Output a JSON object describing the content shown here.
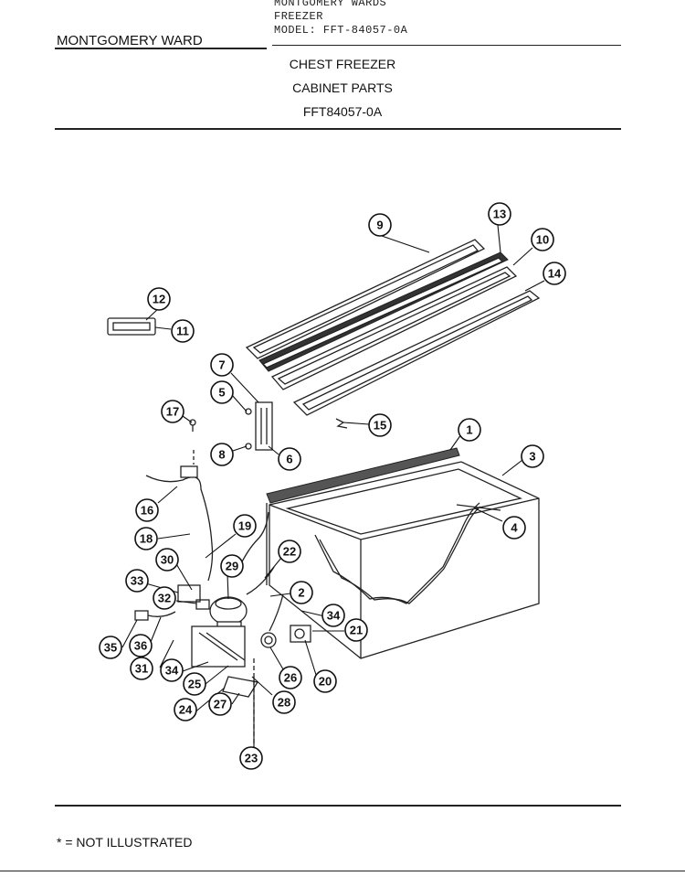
{
  "header": {
    "stamp_lines": [
      "MONTGOMERY WARDS",
      "FREEZER",
      "MODEL: FFT-84057-0A"
    ],
    "brand": "MONTGOMERY WARD",
    "title_lines": [
      "CHEST FREEZER",
      "CABINET PARTS",
      "FFT84057-0A"
    ]
  },
  "footer": {
    "note": "* = NOT ILLUSTRATED"
  },
  "callouts": [
    {
      "label": "1"
    },
    {
      "label": "2"
    },
    {
      "label": "3"
    },
    {
      "label": "4"
    },
    {
      "label": "5"
    },
    {
      "label": "6"
    },
    {
      "label": "7"
    },
    {
      "label": "8"
    },
    {
      "label": "9"
    },
    {
      "label": "10"
    },
    {
      "label": "11"
    },
    {
      "label": "12"
    },
    {
      "label": "13"
    },
    {
      "label": "14"
    },
    {
      "label": "15"
    },
    {
      "label": "16"
    },
    {
      "label": "17"
    },
    {
      "label": "18"
    },
    {
      "label": "19"
    },
    {
      "label": "20"
    },
    {
      "label": "21"
    },
    {
      "label": "22"
    },
    {
      "label": "23"
    },
    {
      "label": "24"
    },
    {
      "label": "25"
    },
    {
      "label": "26"
    },
    {
      "label": "27"
    },
    {
      "label": "28"
    },
    {
      "label": "29"
    },
    {
      "label": "30"
    },
    {
      "label": "31"
    },
    {
      "label": "32"
    },
    {
      "label": "33"
    },
    {
      "label": "34"
    },
    {
      "label": "34"
    },
    {
      "label": "35"
    },
    {
      "label": "36"
    }
  ]
}
